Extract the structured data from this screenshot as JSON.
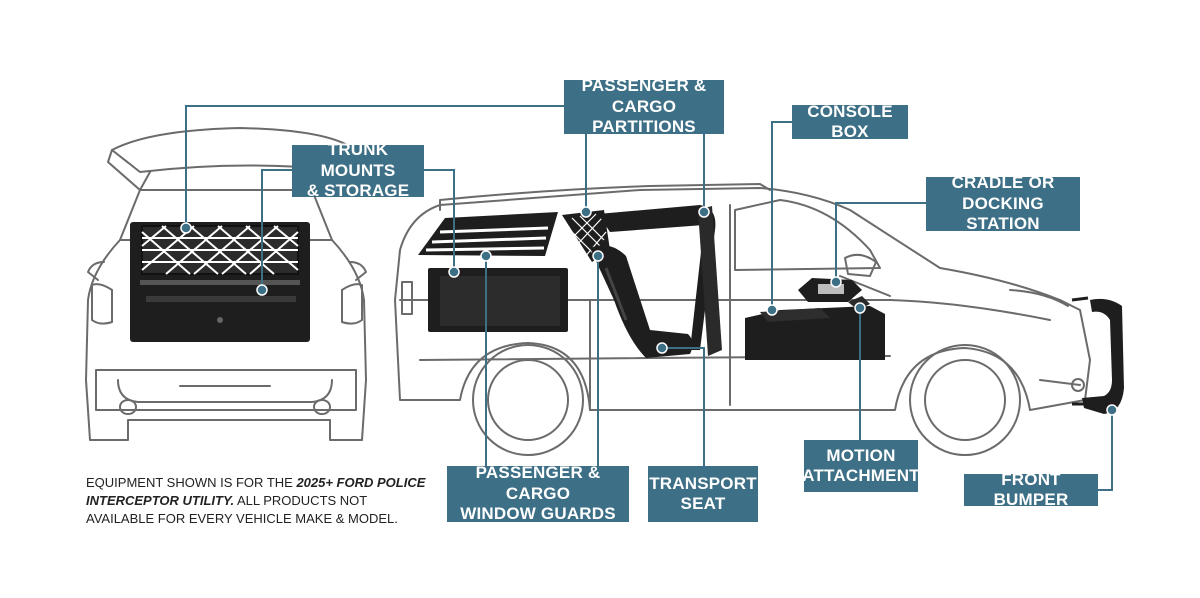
{
  "labels": {
    "passenger_cargo_partitions": [
      "PASSENGER &",
      "CARGO PARTITIONS"
    ],
    "console_box": [
      "CONSOLE BOX"
    ],
    "trunk_mounts_storage": [
      "TRUNK MOUNTS",
      "& STORAGE"
    ],
    "cradle_docking_station": [
      "CRADLE OR",
      "DOCKING STATION"
    ],
    "window_guards": [
      "PASSENGER & CARGO",
      "WINDOW GUARDS"
    ],
    "transport_seat": [
      "TRANSPORT",
      "SEAT"
    ],
    "motion_attachment": [
      "MOTION",
      "ATTACHMENT"
    ],
    "front_bumper": [
      "FRONT BUMPER"
    ]
  },
  "note": {
    "prefix": "EQUIPMENT SHOWN IS FOR THE ",
    "vehicle": "2025+ FORD POLICE INTERCEPTOR UTILITY.",
    "suffix": " ALL PRODUCTS NOT AVAILABLE FOR EVERY VEHICLE MAKE & MODEL."
  },
  "colors": {
    "label_bg": "#3d6f86",
    "label_text": "#ffffff",
    "leader_line": "#3d6f86",
    "vehicle_outline": "#6b6b6b",
    "equipment": "#1e1e1e"
  }
}
